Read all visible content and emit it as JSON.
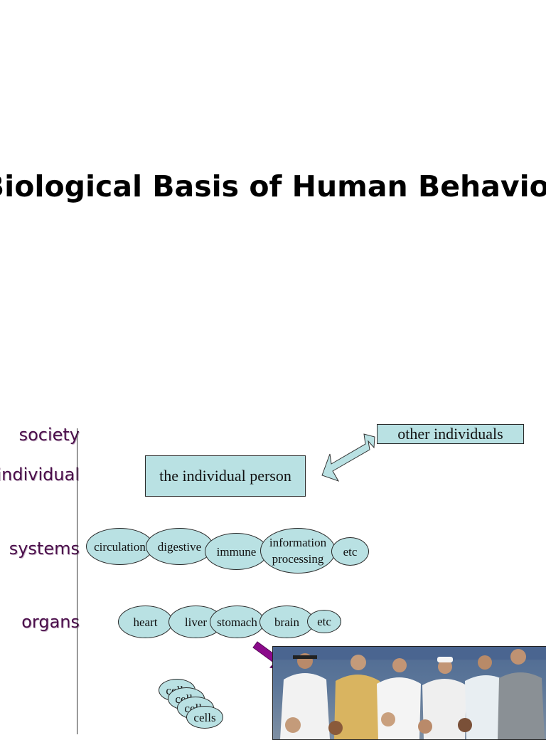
{
  "title": "Biological Basis of Human Behavior",
  "levels": {
    "society": "society",
    "individual": "individual",
    "systems": "systems",
    "organs": "organs"
  },
  "boxes": {
    "other_individuals": "other individuals",
    "individual_person": "the individual person"
  },
  "systems": [
    "circulation",
    "digestive",
    "immune",
    "information processing",
    "etc"
  ],
  "organs": [
    "heart",
    "liver",
    "stomach",
    "brain",
    "etc"
  ],
  "cells": [
    "cells",
    "cells",
    "cells",
    "cells"
  ],
  "colors": {
    "node_fill": "#b9e1e3",
    "level_text": "#4a0d4a",
    "arrow_fill": "#8b0a8b"
  }
}
